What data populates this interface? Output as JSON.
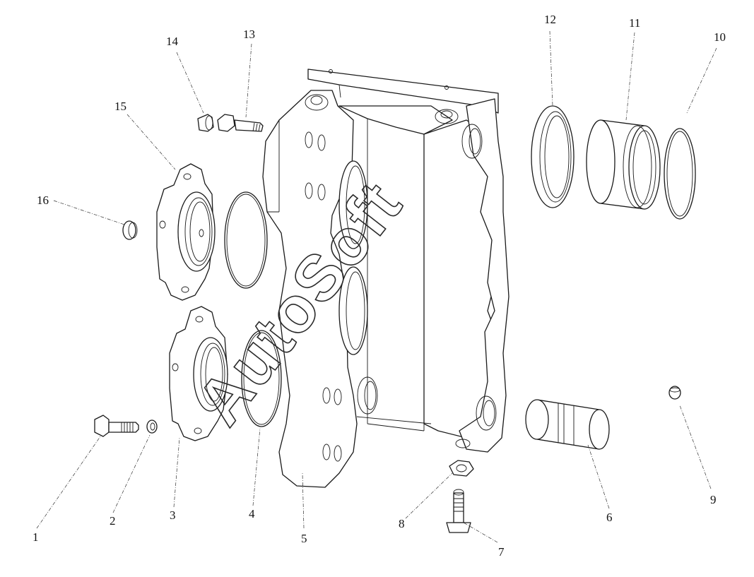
{
  "diagram": {
    "callouts": [
      "1",
      "2",
      "3",
      "4",
      "5",
      "6",
      "7",
      "8",
      "9",
      "10",
      "11",
      "12",
      "13",
      "14",
      "15",
      "16"
    ],
    "watermark": "AutoSoft"
  }
}
